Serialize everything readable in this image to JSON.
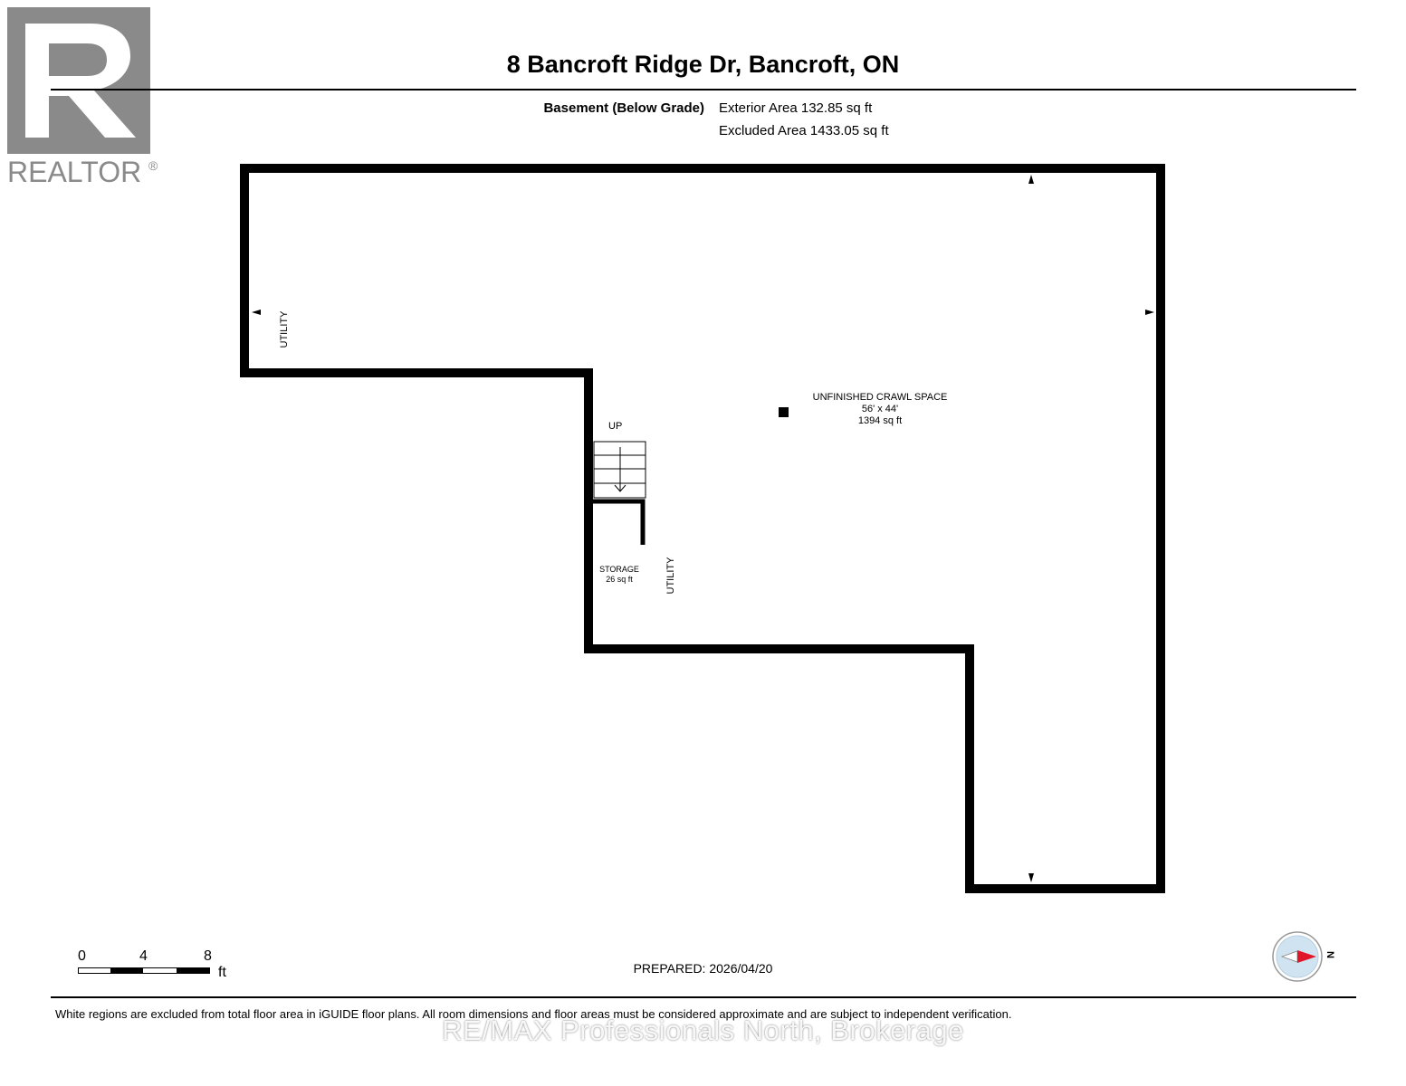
{
  "logo": {
    "text": "REALTOR",
    "registered_mark": "®",
    "icon": "realtor-logo-icon",
    "color": "#8a8a8a"
  },
  "header": {
    "title": "8 Bancroft Ridge Dr, Bancroft, ON",
    "level_name": "Basement (Below Grade)",
    "exterior_area": "Exterior Area 132.85 sq ft",
    "excluded_area": "Excluded Area 1433.05 sq ft"
  },
  "plan": {
    "rooms": {
      "crawl": {
        "name": "UNFINISHED CRAWL SPACE",
        "dimensions": "56' x 44'",
        "area": "1394 sq ft"
      },
      "storage": {
        "name": "STORAGE",
        "area": "26 sq ft"
      }
    },
    "labels": {
      "utility_left": "UTILITY",
      "utility_mid": "UTILITY",
      "stairs": "UP"
    },
    "wall_color": "#000000"
  },
  "scale": {
    "ticks": [
      "0",
      "4",
      "8"
    ],
    "unit": "ft"
  },
  "footer": {
    "prepared": "PREPARED: 2026/04/20",
    "disclaimer": "White regions are excluded from total floor area in iGUIDE floor plans. All room dimensions and floor areas must be considered approximate and are subject to independent verification.",
    "watermark": "RE/MAX Professionals North, Brokerage"
  },
  "compass": {
    "label": "N",
    "icon": "compass-icon",
    "arrow_color": "#e0162b",
    "ring_color": "#cfe3f1"
  }
}
